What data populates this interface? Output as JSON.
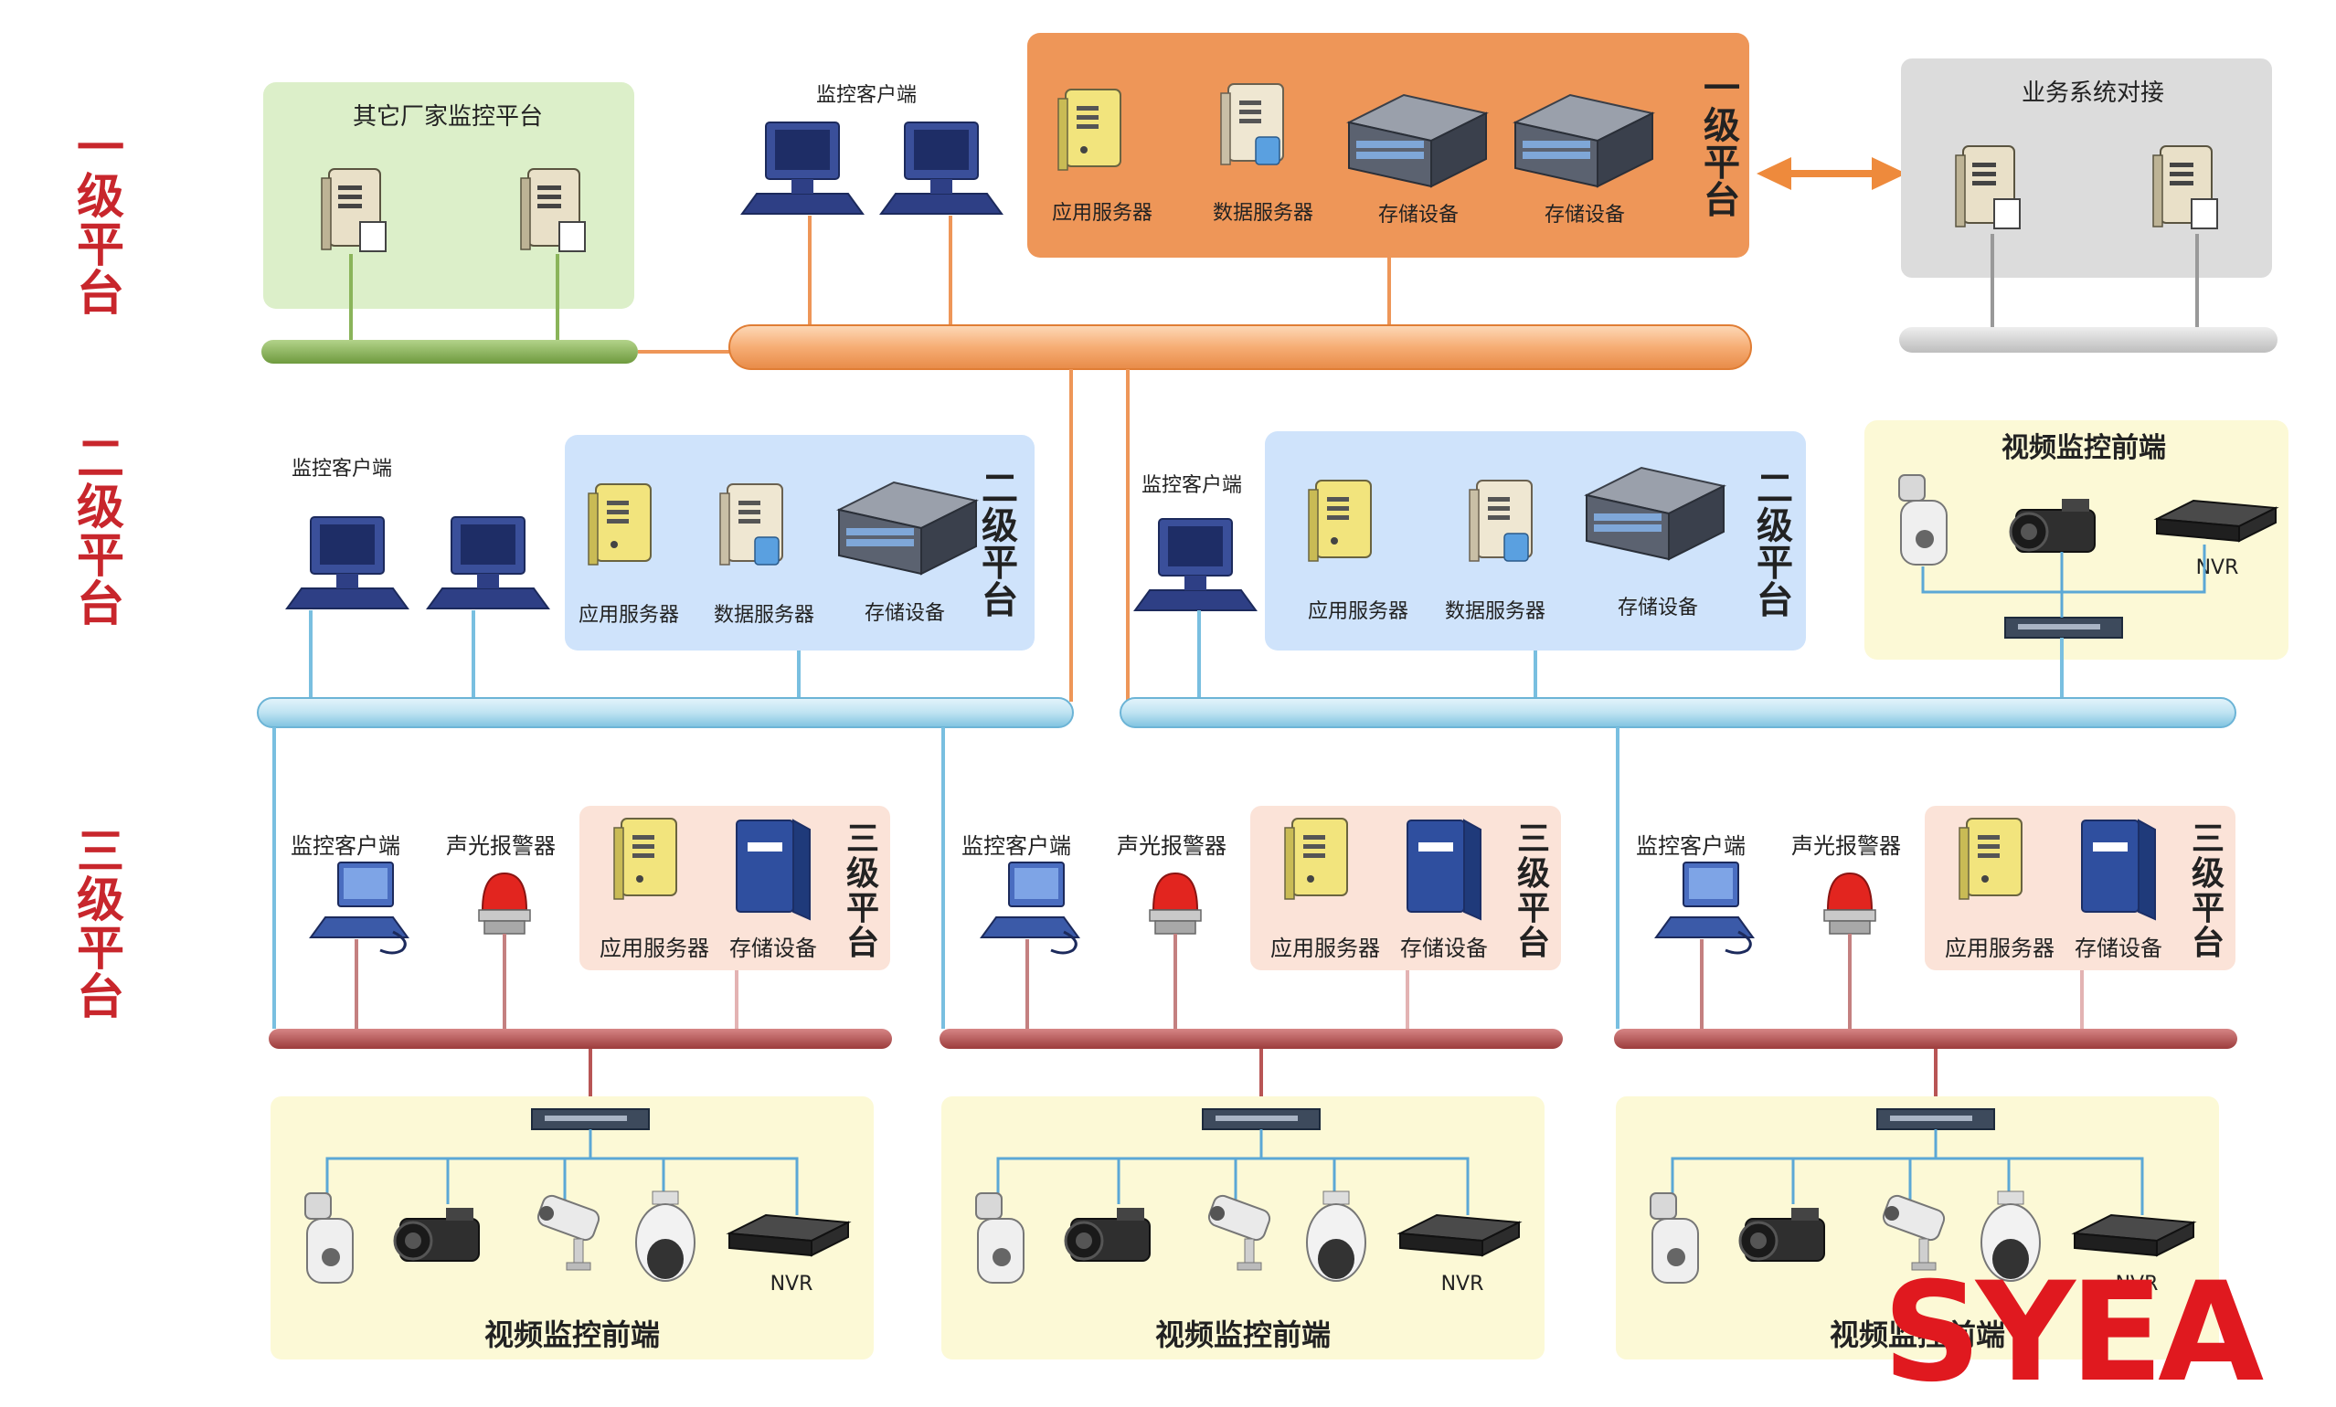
{
  "level_labels": {
    "level1": "一级平台",
    "level2": "二级平台",
    "level3": "三级平台"
  },
  "level1": {
    "other_vendor_title": "其它厂家监控平台",
    "client_label": "监控客户端",
    "core_servers": [
      "应用服务器",
      "数据服务器",
      "存储设备",
      "存储设备"
    ],
    "core_side_label": "一级平台",
    "business_title": "业务系统对接"
  },
  "level2": {
    "left": {
      "client_label": "监控客户端",
      "servers": [
        "应用服务器",
        "数据服务器",
        "存储设备"
      ],
      "side_label": "二级平台"
    },
    "right": {
      "client_label": "监控客户端",
      "servers": [
        "应用服务器",
        "数据服务器",
        "存储设备"
      ],
      "side_label": "二级平台"
    },
    "front_end": {
      "title": "视频监控前端",
      "nvr_label": "NVR"
    }
  },
  "level3": {
    "client_label": "监控客户端",
    "alarm_label": "声光报警器",
    "servers": [
      "应用服务器",
      "存储设备"
    ],
    "side_label": "三级平台",
    "front_end_title": "视频监控前端",
    "nvr_label": "NVR"
  },
  "logo": "SYEA",
  "colors": {
    "level_label_red": "#c8262c",
    "level1_bus_orange": "#f6b07a",
    "level1_box_orange": "#ee9658",
    "other_vendor_green": "#dcefc9",
    "bus_green": "#8ab45a",
    "business_grey": "#dcdcdc",
    "level2_box_blue": "#cfe3fb",
    "bus_blue": "#bfe3f2",
    "front_end_yellow": "#fcf9d6",
    "level3_box_pink": "#fbe3d8",
    "bus_red": "#b85555",
    "logo_red": "#e0191f",
    "logo_yellow": "#f6b800"
  }
}
